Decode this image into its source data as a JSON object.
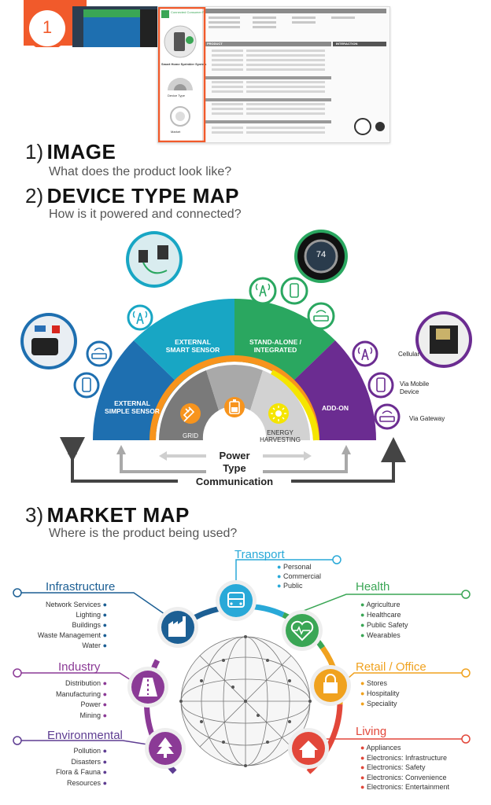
{
  "step": {
    "number": "1"
  },
  "thumbnail": {
    "brand_title": "Connected Consumer Products",
    "section_labels": [
      "PRODUCT",
      "INTERACTION"
    ],
    "product_caption": "Smart Home Sprinkler System",
    "device_type_caption": "Device Type",
    "market_caption": "Market"
  },
  "sections": {
    "image": {
      "num": "1)",
      "title": "IMAGE",
      "subtitle": "What does the product look like?"
    },
    "device": {
      "num": "2)",
      "title": "DEVICE TYPE MAP",
      "subtitle": "How is it powered and connected?"
    },
    "market": {
      "num": "3)",
      "title": "MARKET MAP",
      "subtitle": "Where is the product being used?"
    }
  },
  "device_map": {
    "segments": [
      {
        "label": "EXTERNAL SIMPLE SENSOR",
        "color": "#1e6fb0"
      },
      {
        "label": "EXTERNAL SMART SENSOR",
        "color": "#18a6c4"
      },
      {
        "label": "STAND-ALONE / INTEGRATED",
        "color": "#2aa760"
      },
      {
        "label": "ADD-ON",
        "color": "#6b2c91"
      }
    ],
    "power": [
      {
        "label": "GRID",
        "color": "#7a7a7a"
      },
      {
        "label": "BATTERY",
        "color": "#a9a9a9"
      },
      {
        "label": "ENERGY HARVESTING",
        "color": "#cfcfcf"
      }
    ],
    "thermostat_reading": "74",
    "connectivity_legend": [
      "Cellular",
      "Via Mobile Device",
      "Via Gateway"
    ],
    "axis_labels": {
      "power": "Power",
      "type": "Type",
      "communication": "Communication"
    }
  },
  "market_map": {
    "categories": [
      {
        "name": "Transport",
        "color": "#29a9d8",
        "items": [
          "Personal",
          "Commercial",
          "Public"
        ]
      },
      {
        "name": "Health",
        "color": "#3aa655",
        "items": [
          "Agriculture",
          "Healthcare",
          "Public Safety",
          "Wearables"
        ]
      },
      {
        "name": "Retail / Office",
        "color": "#f0a21f",
        "items": [
          "Stores",
          "Hospitality",
          "Speciality"
        ]
      },
      {
        "name": "Living",
        "color": "#e2473a",
        "items": [
          "Appliances",
          "Electronics: Infrastructure",
          "Electronics: Safety",
          "Electronics: Convenience",
          "Electronics: Entertainment"
        ]
      },
      {
        "name": "Infrastructure",
        "color": "#1c5f94",
        "items": [
          "Network Services",
          "Lighting",
          "Buildings",
          "Waste Management",
          "Water"
        ]
      },
      {
        "name": "Industry",
        "color": "#8b3a96",
        "items": [
          "Distribution",
          "Manufacturing",
          "Power",
          "Mining"
        ]
      },
      {
        "name": "Environmental",
        "color": "#5e3d92",
        "items": [
          "Pollution",
          "Disasters",
          "Flora & Fauna",
          "Resources"
        ]
      }
    ]
  }
}
